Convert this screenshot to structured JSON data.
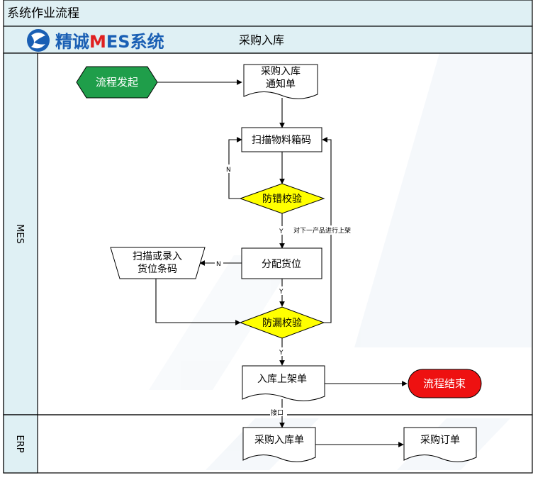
{
  "window_title": "系统作业流程",
  "header": {
    "logo_text": "精诚MES系统",
    "logo_text_parts": [
      "精诚",
      "M",
      "E",
      "S",
      "系统"
    ],
    "process_title": "采购入库"
  },
  "lanes": [
    {
      "label": "MES"
    },
    {
      "label": "ERP"
    }
  ],
  "nodes": {
    "start": "流程发起",
    "notice_l1": "采购入库",
    "notice_l2": "通知单",
    "scan_box": "扫描物料箱码",
    "check_error": "防错校验",
    "assign_loc": "分配货位",
    "scan_loc_l1": "扫描或录入",
    "scan_loc_l2": "货位条码",
    "check_miss": "防漏校验",
    "shelf_doc": "入库上架单",
    "end": "流程结束",
    "erp_stock_in": "采购入库单",
    "erp_po": "采购订单"
  },
  "edge_labels": {
    "n_error": "N",
    "y_error": "Y",
    "n_assign": "N",
    "y_assign": "Y",
    "y_miss": "Y",
    "next_product": "对下一产品进行上架",
    "interface": "接口"
  },
  "colors": {
    "header_bg": "#dff0f4",
    "lane_label_bg": "#dff0f4",
    "start_fill": "#1f9e4a",
    "decision_fill": "#ffff00",
    "end_fill": "#ee1111",
    "line": "#000000",
    "logo_blue": "#1a5fb4",
    "logo_red": "#e02020"
  }
}
